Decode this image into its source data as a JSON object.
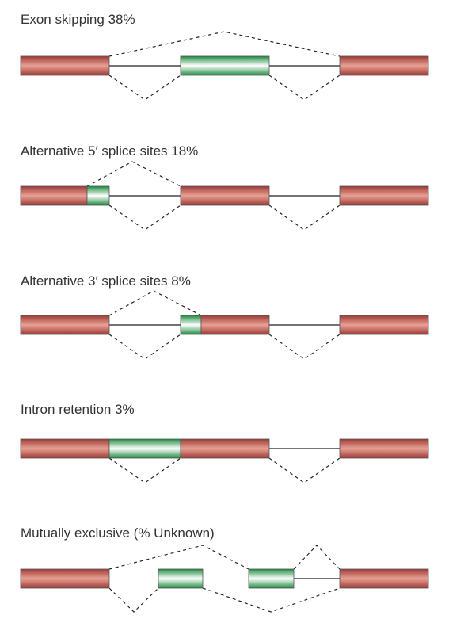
{
  "panels": [
    {
      "id": "exon-skipping",
      "title": "Exon skipping 38%"
    },
    {
      "id": "alt-5-splice",
      "title": "Alternative 5′ splice sites 18%"
    },
    {
      "id": "alt-3-splice",
      "title": "Alternative 3′ splice sites 8%"
    },
    {
      "id": "intron-retention",
      "title": "Intron retention 3%"
    },
    {
      "id": "mutually-exclusive",
      "title": "Mutually exclusive (% Unknown)"
    }
  ],
  "colors": {
    "constitutive_exon": "#a83a36",
    "constitutive_exon_highlight": "#e59a90",
    "alternative_exon": "#1f8a3c",
    "alternative_exon_highlight": "#ffffff"
  }
}
